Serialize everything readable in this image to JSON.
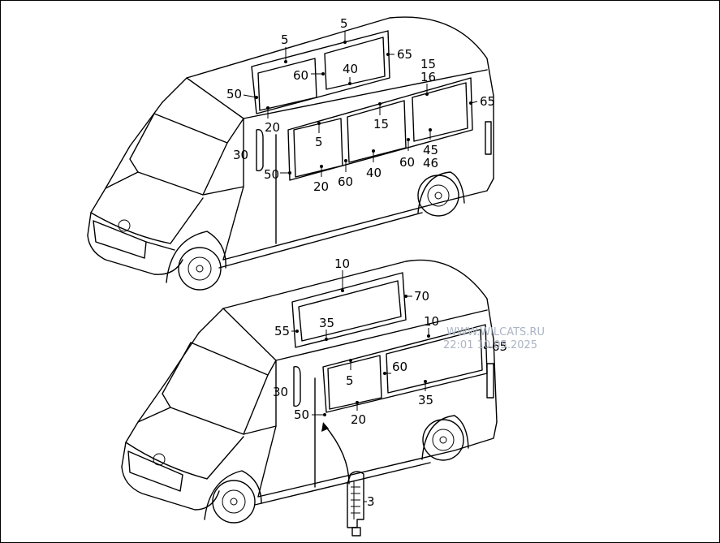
{
  "watermark": {
    "line1": "WWW.WILCATS.RU",
    "line2": "22:01 10.05.2025"
  },
  "top_van_labels": [
    "5",
    "5",
    "65",
    "60",
    "40",
    "50",
    "15",
    "16",
    "65",
    "20",
    "15",
    "5",
    "30",
    "45",
    "46",
    "50",
    "40",
    "60",
    "60",
    "20"
  ],
  "bottom_van_labels": [
    "10",
    "70",
    "55",
    "35",
    "10",
    "65",
    "60",
    "5",
    "30",
    "35",
    "20",
    "50"
  ],
  "detail_label": "3"
}
